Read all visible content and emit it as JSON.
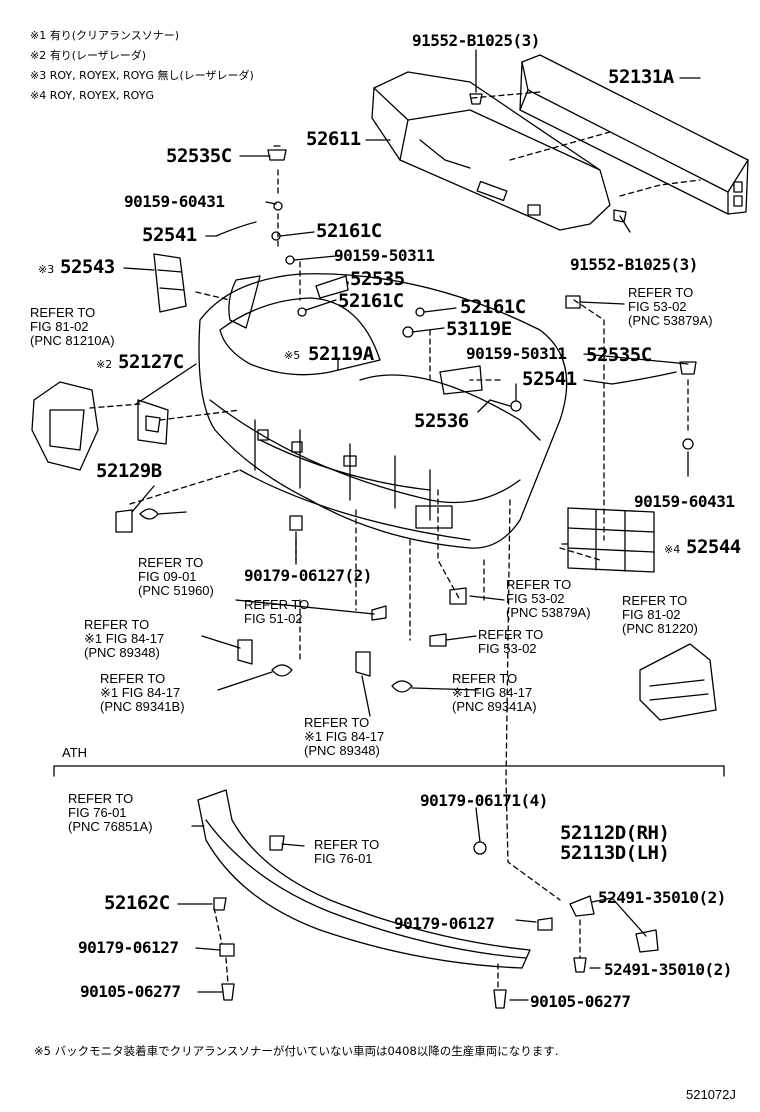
{
  "notes": [
    "※1 有り(クリアランスソナー)",
    "※2 有り(レーザレーダ)",
    "※3 ROY, ROYEX, ROYG 無し(レーザレーダ)",
    "※4 ROY, ROYEX, ROYG"
  ],
  "parts": {
    "p91552_top": "91552-B1025(3)",
    "p52131A": "52131A",
    "p52611": "52611",
    "p52535C_top": "52535C",
    "p90159_60431_top": "90159-60431",
    "p52541_left": "52541",
    "p52161C_a": "52161C",
    "p90159_50311_a": "90159-50311",
    "p91552_mid": "91552-B1025(3)",
    "note3_mark": "※3",
    "p52543": "52543",
    "p52535": "52535",
    "p52161C_b": "52161C",
    "p52161C_c": "52161C",
    "p53119E": "53119E",
    "note5_mark": "※5",
    "p52119A": "52119A",
    "note2_mark": "※2",
    "p52127C": "52127C",
    "p90159_50311_b": "90159-50311",
    "p52535C_right": "52535C",
    "p52541_right": "52541",
    "p52536": "52536",
    "p52129B": "52129B",
    "p90159_60431_right": "90159-60431",
    "note4_mark": "※4",
    "p52544": "52544",
    "p90179_06127_2": "90179-06127(2)",
    "p90179_06171_4": "90179-06171(4)",
    "p52112D": "52112D(RH)",
    "p52113D": "52113D(LH)",
    "p52162C": "52162C",
    "p52491_a": "52491-35010(2)",
    "p90179_06127_a": "90179-06127",
    "p90179_06127_b": "90179-06127",
    "p52491_b": "52491-35010(2)",
    "p90105_a": "90105-06277",
    "p90105_b": "90105-06277"
  },
  "refs": {
    "r_fig81_left": "REFER TO\nFIG 81-02\n(PNC 81210A)",
    "r_fig53_top": "REFER TO\nFIG 53-02\n(PNC 53879A)",
    "r_fig09": "REFER TO\nFIG 09-01\n(PNC 51960)",
    "r_fig81_right": "REFER TO\nFIG 81-02\n(PNC 81220)",
    "r_fig51": "REFER TO\nFIG 51-02",
    "r_fig53_mid": "REFER TO\nFIG 53-02\n(PNC 53879A)",
    "r_fig84_a": "REFER TO\n※1 FIG 84-17\n(PNC 89348)",
    "r_fig53_low": "REFER TO\nFIG 53-02",
    "r_fig84_b": "REFER TO\n※1 FIG 84-17\n(PNC 89341B)",
    "r_fig84_c": "REFER TO\n※1 FIG 84-17\n(PNC 89341A)",
    "r_fig84_d": "REFER TO\n※1 FIG 84-17\n(PNC 89348)",
    "r_fig76_a": "REFER TO\nFIG 76-01\n(PNC 76851A)",
    "r_fig76_b": "REFER TO\nFIG 76-01"
  },
  "section_label": "ATH",
  "footnote": "※5 バックモニタ装着車でクリアランスソナーが付いていない車両は0408以降の生産車両になります.",
  "diagram_id": "521072J",
  "colors": {
    "ink": "#000000",
    "paper": "#ffffff"
  }
}
